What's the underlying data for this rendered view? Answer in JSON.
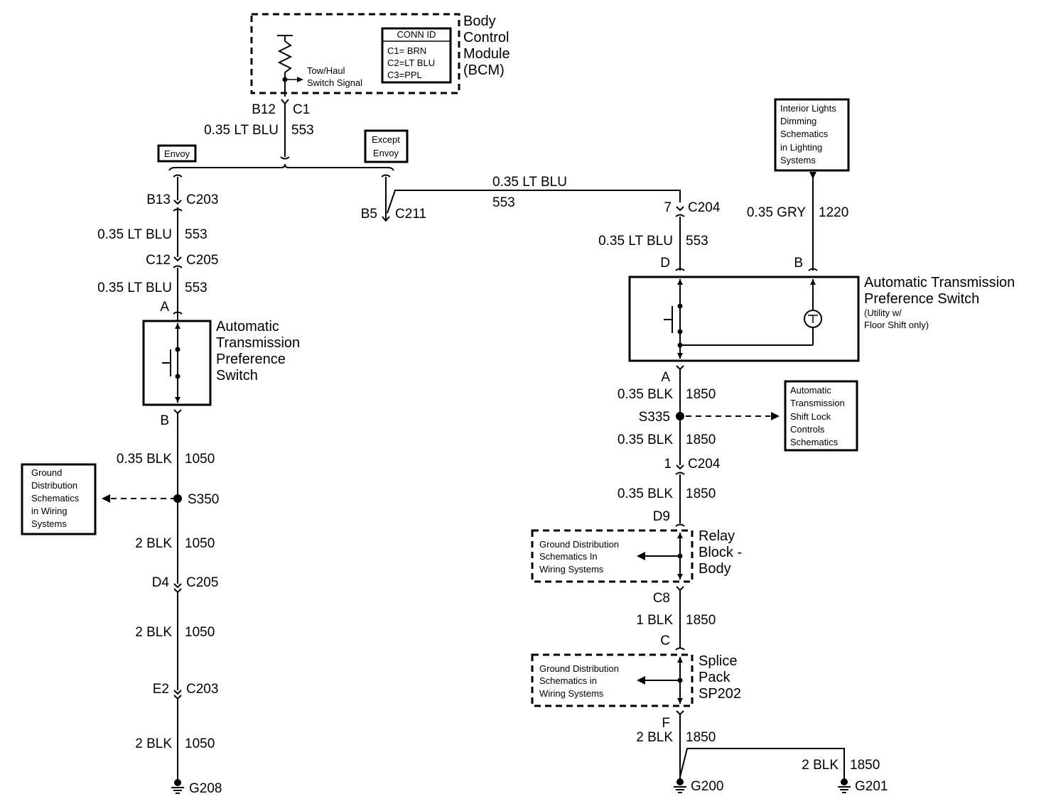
{
  "bcm": {
    "title": [
      "Body",
      "Control",
      "Module",
      "(BCM)"
    ],
    "signal": [
      "Tow/Haul",
      "Switch Signal"
    ],
    "conn_id_title": "CONN ID",
    "conn_ids": [
      "C1= BRN",
      "C2=LT BLU",
      "C3=PPL"
    ],
    "pin": "B12",
    "connector": "C1"
  },
  "wires": {
    "bcm_out": [
      "0.35 LT BLU",
      "553"
    ],
    "left_1": [
      "0.35 LT BLU",
      "553"
    ],
    "left_2": [
      "0.35 LT BLU",
      "553"
    ],
    "left_blk_1": [
      "0.35 BLK",
      "1050"
    ],
    "left_blk_2": [
      "2 BLK",
      "1050"
    ],
    "left_blk_3": [
      "2 BLK",
      "1050"
    ],
    "left_blk_4": [
      "2 BLK",
      "1050"
    ],
    "horiz": [
      "0.35 LT BLU",
      "553"
    ],
    "right_blu": [
      "0.35 LT BLU",
      "553"
    ],
    "gry": [
      "0.35 GRY",
      "1220"
    ],
    "right_blk_1": [
      "0.35 BLK",
      "1850"
    ],
    "right_blk_2": [
      "0.35 BLK",
      "1850"
    ],
    "right_blk_3": [
      "0.35 BLK",
      "1850"
    ],
    "right_blk_4": [
      "1 BLK",
      "1850"
    ],
    "right_blk_5": [
      "2 BLK",
      "1850"
    ],
    "g201_wire": [
      "2 BLK",
      "1850"
    ]
  },
  "options": {
    "envoy": "Envoy",
    "except_envoy": [
      "Except",
      "Envoy"
    ]
  },
  "connectors": {
    "b13": "B13",
    "c203": "C203",
    "c12": "C12",
    "c205": "C205",
    "a": "A",
    "b": "B",
    "d4": "D4",
    "c205b": "C205",
    "e2": "E2",
    "c203b": "C203",
    "b5": "B5",
    "c211": "C211",
    "pin7": "7",
    "c204": "C204",
    "d": "D",
    "bpin": "B",
    "a2": "A",
    "pin1": "1",
    "c204b": "C204",
    "d9": "D9",
    "c8": "C8",
    "c": "C",
    "f": "F"
  },
  "splices": {
    "s350": "S350",
    "s335": "S335"
  },
  "grounds": {
    "g208": "G208",
    "g200": "G200",
    "g201": "G201"
  },
  "components": {
    "switch_left": [
      "Automatic",
      "Transmission",
      "Preference",
      "Switch"
    ],
    "switch_right_title": [
      "Automatic Transmission",
      "Preference Switch"
    ],
    "switch_right_note": [
      "(Utility w/",
      "Floor Shift only)"
    ],
    "relay_block": [
      "Relay",
      "Block -",
      "Body"
    ],
    "splice_pack": [
      "Splice",
      "Pack",
      "SP202"
    ]
  },
  "refs": {
    "ground_left": [
      "Ground",
      "Distribution",
      "Schematics",
      "in Wiring",
      "Systems"
    ],
    "interior": [
      "Interior Lights",
      "Dimming",
      "Schematics",
      "in Lighting",
      "Systems"
    ],
    "shift_lock": [
      "Automatic",
      "Transmission",
      "Shift Lock",
      "Controls",
      "Schematics"
    ],
    "relay_ground": [
      "Ground Distribution",
      "Schematics In",
      "Wiring Systems"
    ],
    "splice_ground": [
      "Ground Distribution",
      "Schematics in",
      "Wiring Systems"
    ]
  }
}
